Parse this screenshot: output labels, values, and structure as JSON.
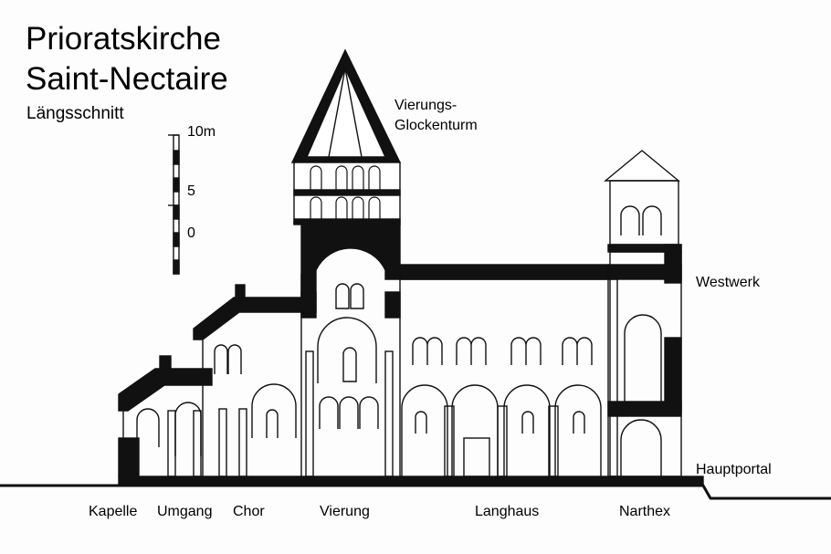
{
  "title": {
    "line1": "Prioratskirche",
    "line2": "Saint-Nectaire",
    "subtitle": "Längsschnitt"
  },
  "scale": {
    "top": "10m",
    "mid": "5",
    "zero": "0"
  },
  "labels": {
    "tower": [
      "Vierungs-",
      "Glockenturm"
    ],
    "westwerk": "Westwerk",
    "hauptportal": "Hauptportal",
    "bottom": [
      "Kapelle",
      "Umgang",
      "Chor",
      "Vierung",
      "Langhaus",
      "Narthex"
    ]
  }
}
